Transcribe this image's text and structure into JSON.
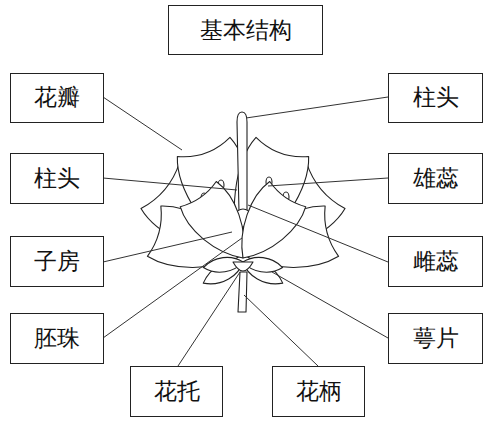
{
  "diagram": {
    "title": "基本结构",
    "nodes": [
      {
        "text": [
          "花瓣"
        ]
      },
      {
        "text": [
          "柱头"
        ]
      },
      {
        "text": [
          "柱头"
        ]
      },
      {
        "text": [
          "雄蕊"
        ]
      },
      {
        "text": [
          "子房"
        ]
      },
      {
        "text": [
          "雌蕊"
        ]
      },
      {
        "text": [
          "胚珠"
        ]
      },
      {
        "text": [
          "萼片"
        ]
      },
      {
        "text": [
          "花托"
        ]
      },
      {
        "text": [
          "花柄"
        ]
      }
    ]
  }
}
